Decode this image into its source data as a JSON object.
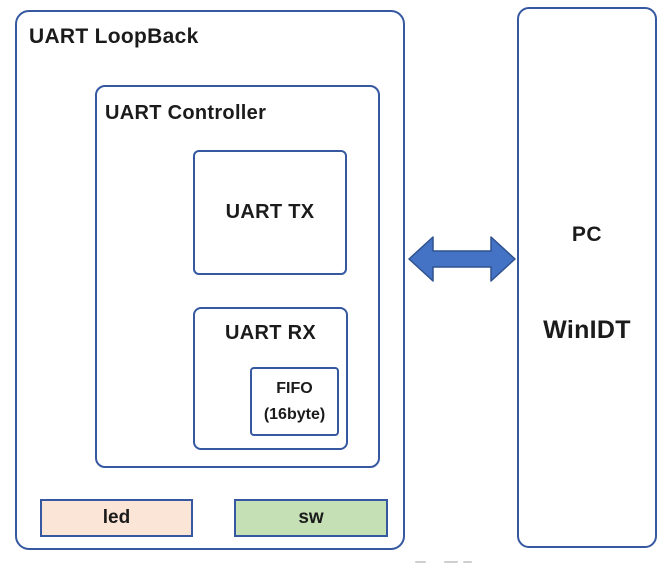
{
  "colors": {
    "box_border": "#3558a0",
    "arrow_fill": "#4472c4",
    "arrow_stroke": "#2f528f",
    "led_fill": "#fbe5d6",
    "sw_fill": "#c5e0b4",
    "text": "#1b1b1b",
    "background": "#ffffff"
  },
  "loopback": {
    "label": "UART LoopBack"
  },
  "controller": {
    "label": "UART Controller"
  },
  "tx": {
    "label": "UART TX"
  },
  "rx": {
    "label": "UART RX"
  },
  "fifo": {
    "line1": "FIFO",
    "line2": "(16byte)"
  },
  "led": {
    "label": "led"
  },
  "sw": {
    "label": "sw"
  },
  "pc": {
    "line1": "PC",
    "line2": "WinIDT"
  }
}
